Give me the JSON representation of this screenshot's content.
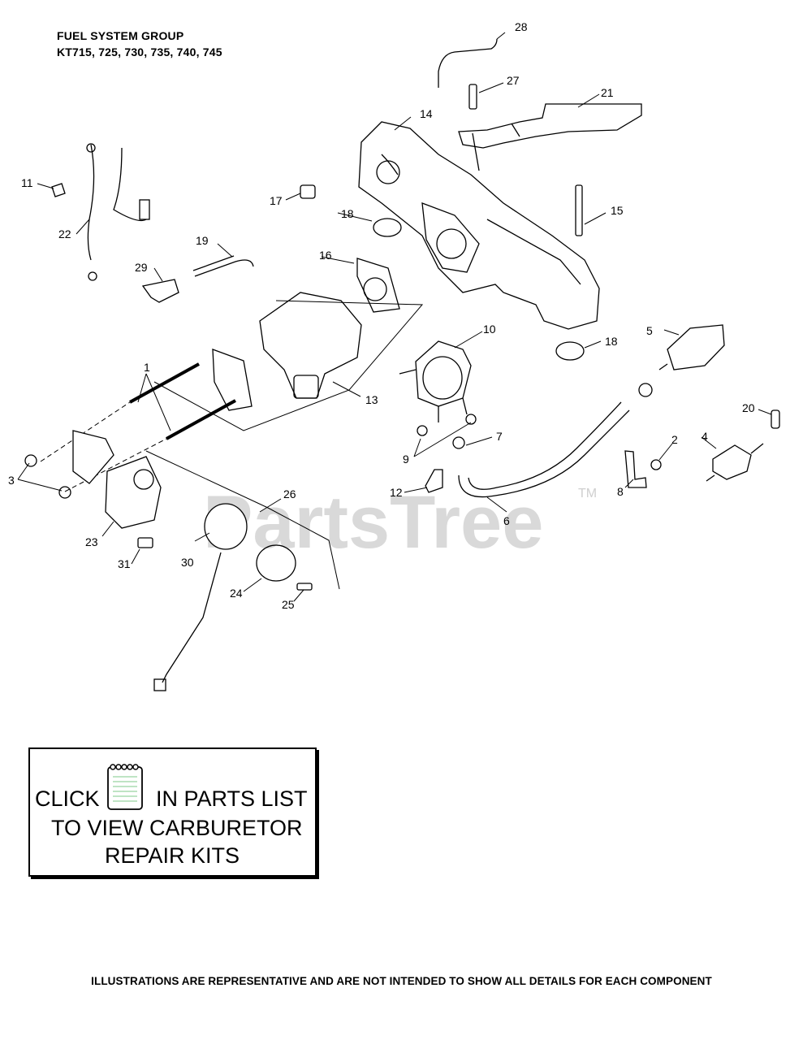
{
  "title": {
    "line1": "FUEL SYSTEM GROUP",
    "line2": "KT715, 725, 730, 735, 740, 745"
  },
  "watermark": {
    "text": "PartsTree",
    "tm": "TM"
  },
  "callouts": [
    {
      "id": "c1",
      "label": "1"
    },
    {
      "id": "c2",
      "label": "2"
    },
    {
      "id": "c3",
      "label": "3"
    },
    {
      "id": "c4",
      "label": "4"
    },
    {
      "id": "c5",
      "label": "5"
    },
    {
      "id": "c6",
      "label": "6"
    },
    {
      "id": "c7",
      "label": "7"
    },
    {
      "id": "c8",
      "label": "8"
    },
    {
      "id": "c9",
      "label": "9"
    },
    {
      "id": "c10",
      "label": "10"
    },
    {
      "id": "c11",
      "label": "11"
    },
    {
      "id": "c12",
      "label": "12"
    },
    {
      "id": "c13",
      "label": "13"
    },
    {
      "id": "c14",
      "label": "14"
    },
    {
      "id": "c15",
      "label": "15"
    },
    {
      "id": "c16",
      "label": "16"
    },
    {
      "id": "c17",
      "label": "17"
    },
    {
      "id": "c18a",
      "label": "18"
    },
    {
      "id": "c18b",
      "label": "18"
    },
    {
      "id": "c19",
      "label": "19"
    },
    {
      "id": "c20",
      "label": "20"
    },
    {
      "id": "c21",
      "label": "21"
    },
    {
      "id": "c22",
      "label": "22"
    },
    {
      "id": "c23",
      "label": "23"
    },
    {
      "id": "c24",
      "label": "24"
    },
    {
      "id": "c25",
      "label": "25"
    },
    {
      "id": "c26",
      "label": "26"
    },
    {
      "id": "c27",
      "label": "27"
    },
    {
      "id": "c28",
      "label": "28"
    },
    {
      "id": "c29",
      "label": "29"
    },
    {
      "id": "c30",
      "label": "30"
    },
    {
      "id": "c31",
      "label": "31"
    }
  ],
  "notice": {
    "click": "CLICK",
    "in_parts_list": "IN PARTS LIST",
    "line2": "TO VIEW CARBURETOR",
    "line3": "REPAIR KITS",
    "icon": "notebook-icon"
  },
  "footer": "ILLUSTRATIONS ARE REPRESENTATIVE AND ARE NOT INTENDED TO SHOW ALL DETAILS FOR EACH COMPONENT"
}
